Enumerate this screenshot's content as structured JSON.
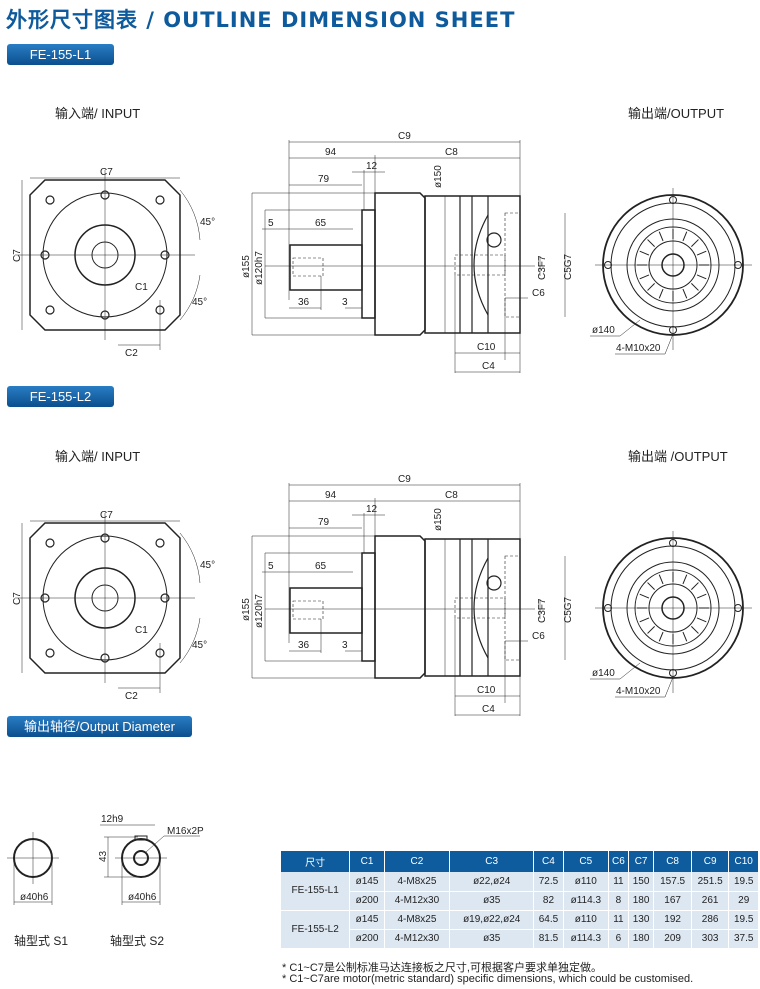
{
  "title": "外形尺寸图表 / OUTLINE DIMENSION SHEET",
  "sections": [
    {
      "model": "FE-155-L1",
      "input_label": "输入端/ INPUT",
      "output_label": "输出端/OUTPUT",
      "dims": {
        "c7_top": "C7",
        "c7_left": "C7",
        "angle1": "45°",
        "angle2": "45°",
        "c1": "C1",
        "c2": "C2",
        "c9": "C9",
        "d94": "94",
        "c8": "C8",
        "d12": "12",
        "d79": "79",
        "d5": "5",
        "d65": "65",
        "d150": "ø150",
        "d155": "ø155",
        "d120": "ø120h7",
        "d36": "36",
        "d3": "3",
        "c3": "C3F7",
        "c5": "C5G7",
        "c6": "C6",
        "c10": "C10",
        "c4": "C4",
        "d140": "ø140",
        "bolt": "4-M10x20"
      }
    },
    {
      "model": "FE-155-L2",
      "input_label": "输入端/ INPUT",
      "output_label": "输出端 /OUTPUT",
      "dims": {
        "c7_top": "C7",
        "c7_left": "C7",
        "angle1": "45°",
        "angle2": "45°",
        "c1": "C1",
        "c2": "C2",
        "c9": "C9",
        "d94": "94",
        "c8": "C8",
        "d12": "12",
        "d79": "79",
        "d5": "5",
        "d65": "65",
        "d150": "ø150",
        "d155": "ø155",
        "d120": "ø120h7",
        "d36": "36",
        "d3": "3",
        "c3": "C3F7",
        "c5": "C5G7",
        "c6": "C6",
        "c10": "C10",
        "c4": "C4",
        "d140": "ø140",
        "bolt": "4-M10x20"
      }
    }
  ],
  "output_diameter": {
    "tag": "输出轴径/Output Diameter",
    "s1": {
      "dia": "ø40h6",
      "label": "轴型式  S1"
    },
    "s2": {
      "key": "12h9",
      "height": "43",
      "thread": "M16x2P",
      "dia": "ø40h6",
      "label": "轴型式  S2"
    }
  },
  "table": {
    "headers": [
      "尺寸",
      "C1",
      "C2",
      "C3",
      "C4",
      "C5",
      "C6",
      "C7",
      "C8",
      "C9",
      "C10"
    ],
    "groups": [
      {
        "model": "FE-155-L1",
        "rows": [
          [
            "ø145",
            "4-M8x25",
            "ø22,ø24",
            "72.5",
            "ø110",
            "11",
            "150",
            "157.5",
            "251.5",
            "19.5"
          ],
          [
            "ø200",
            "4-M12x30",
            "ø35",
            "82",
            "ø114.3",
            "8",
            "180",
            "167",
            "261",
            "29"
          ]
        ]
      },
      {
        "model": "FE-155-L2",
        "rows": [
          [
            "ø145",
            "4-M8x25",
            "ø19,ø22,ø24",
            "64.5",
            "ø110",
            "11",
            "130",
            "192",
            "286",
            "19.5"
          ],
          [
            "ø200",
            "4-M12x30",
            "ø35",
            "81.5",
            "ø114.3",
            "6",
            "180",
            "209",
            "303",
            "37.5"
          ]
        ]
      }
    ]
  },
  "notes": [
    "* C1~C7是公制标准马达连接板之尺寸,可根据客户要求单独定做。",
    "* C1~C7are motor(metric standard)  specific dimensions, which could be customised."
  ]
}
